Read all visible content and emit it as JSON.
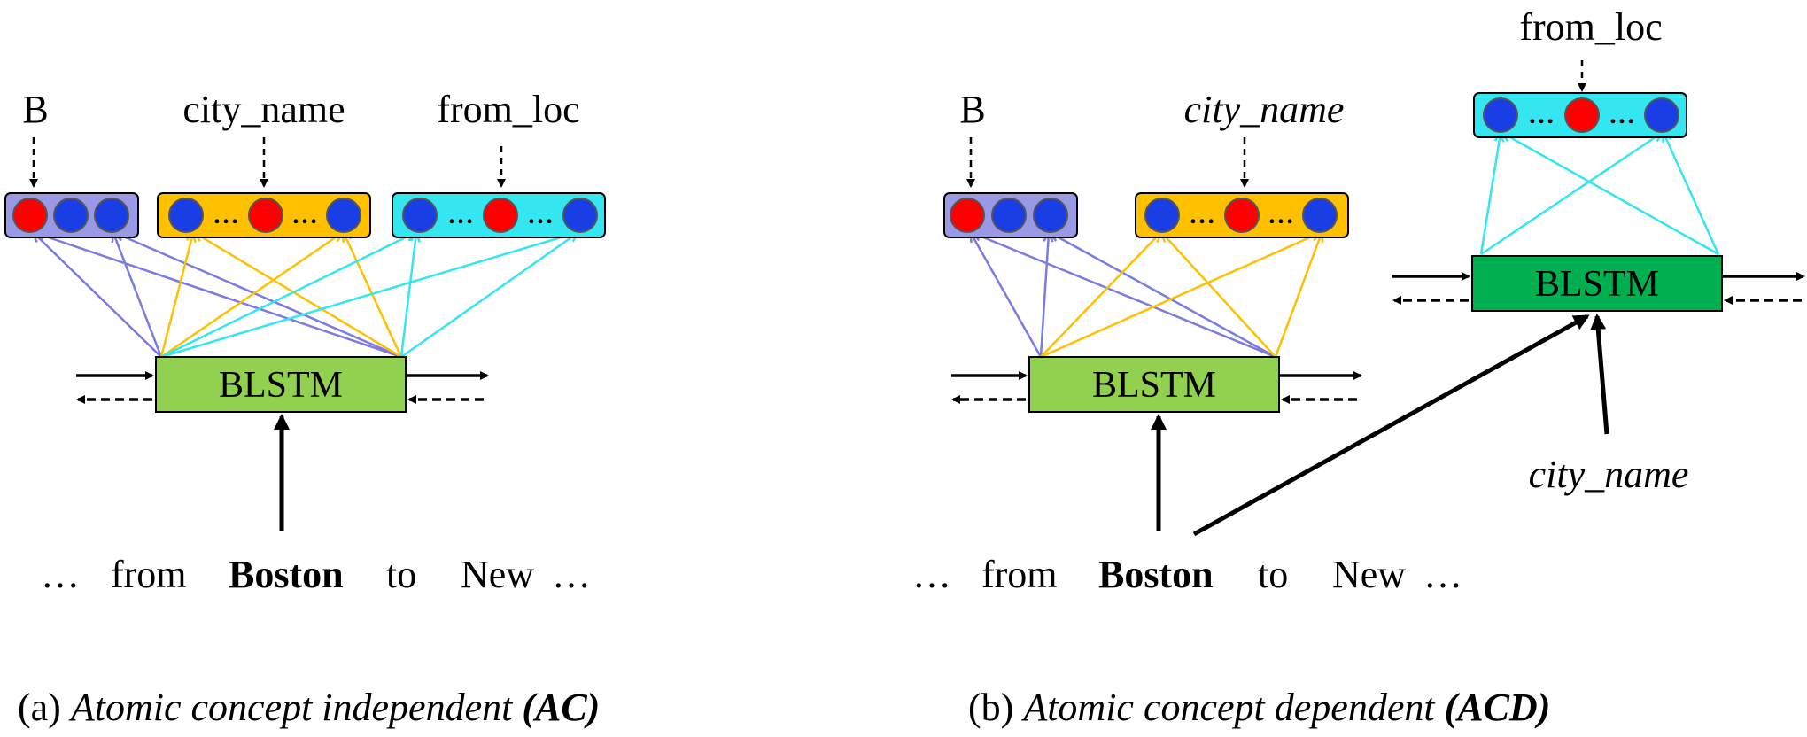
{
  "colors": {
    "b_box": "#9999E6",
    "city_box": "#FFC000",
    "loc_box": "#33E6F0",
    "blstm_a": "#92D050",
    "blstm_b_top": "#00B050",
    "node_blue": "#1a3ee6",
    "node_red": "#ff0000",
    "arrow_b": "#7b7be0",
    "arrow_city": "#FFC000",
    "arrow_loc": "#33E6F0"
  },
  "panel_a": {
    "label_b": "B",
    "label_city": "city_name",
    "label_loc": "from_loc",
    "blstm": "BLSTM",
    "sentence": {
      "prefix": "…",
      "w1": "from",
      "w2": "Boston",
      "w3": "to",
      "w4": "New",
      "suffix": "…"
    },
    "caption_prefix": "(a) ",
    "caption_text": "Atomic concept independent ",
    "caption_abbr": "(AC)"
  },
  "panel_b": {
    "label_b": "B",
    "label_city": "city_name",
    "label_loc": "from_loc",
    "blstm_bottom": "BLSTM",
    "blstm_top": "BLSTM",
    "side_input": "city_name",
    "sentence": {
      "prefix": "…",
      "w1": "from",
      "w2": "Boston",
      "w3": "to",
      "w4": "New",
      "suffix": "…"
    },
    "caption_prefix": "(b) ",
    "caption_text": "Atomic concept dependent ",
    "caption_abbr": "(ACD)"
  },
  "ellipsis": "…"
}
